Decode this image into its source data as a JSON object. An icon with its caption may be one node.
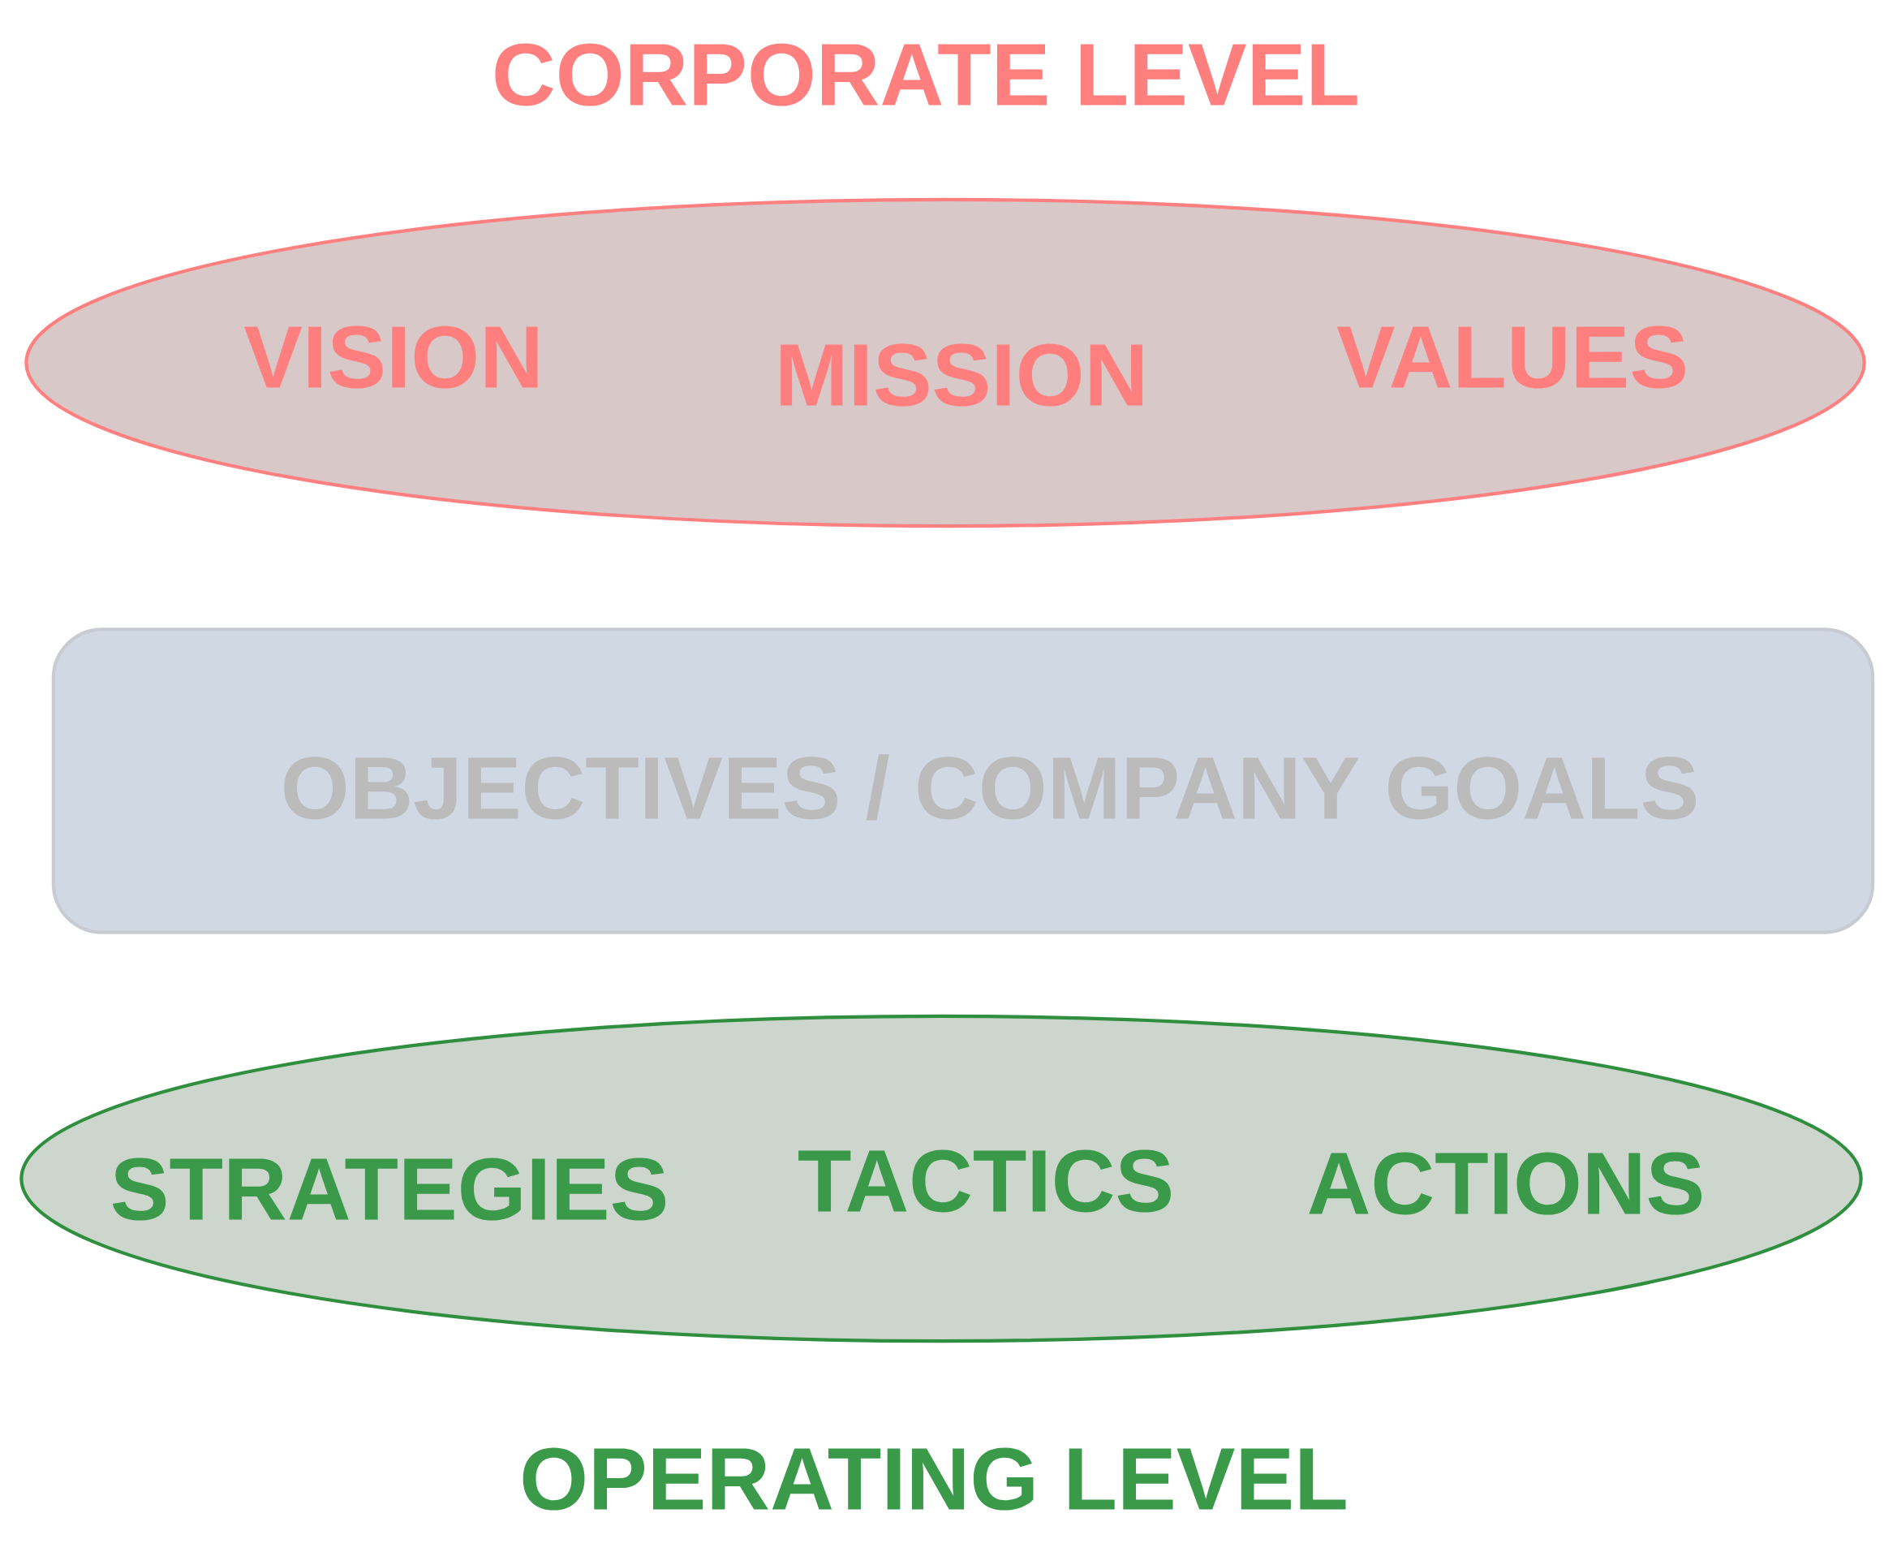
{
  "diagram": {
    "nodes": [
      {
        "text": [
          "VISION",
          "MISSION",
          "VALUES"
        ]
      },
      {
        "text": [
          "OBJECTIVES / COMPANY GOALS"
        ]
      },
      {
        "text": [
          "STRATEGIES",
          "TACTICS",
          "ACTIONS"
        ]
      }
    ],
    "labels": [
      "CORPORATE LEVEL",
      "OPERATING LEVEL"
    ]
  }
}
